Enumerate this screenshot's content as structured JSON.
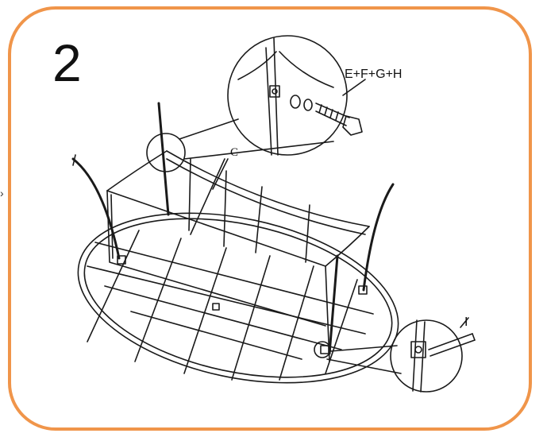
{
  "step": {
    "number": "2"
  },
  "labels": {
    "hardware": "E+F+G+H",
    "part_c": "C",
    "part_i": "I"
  },
  "colors": {
    "frame_border": "#F0954A",
    "line_art": "#1a1a1a"
  },
  "icons": {
    "side_arrow": "chevron-right-icon"
  }
}
